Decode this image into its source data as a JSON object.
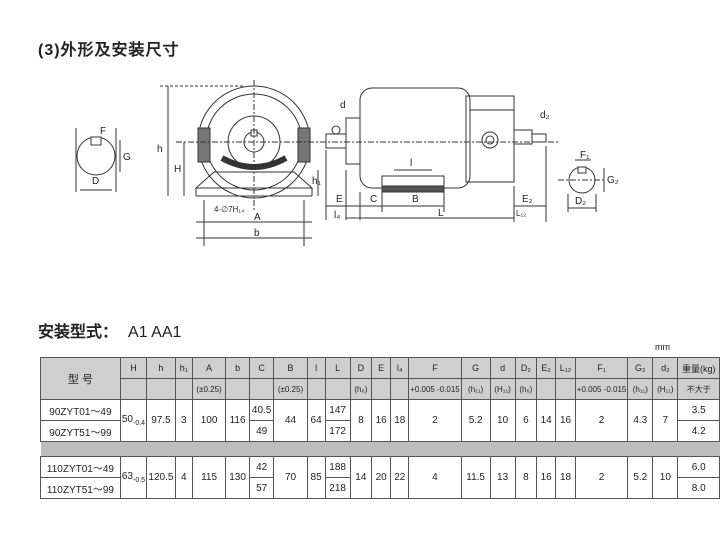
{
  "section_title": "(3)外形及安装尺寸",
  "install_title": "安装型式：",
  "install_types": "A1    AA1",
  "unit": "mm",
  "drawing_labels": {
    "F": "F",
    "G": "G",
    "D": "D",
    "h": "h",
    "H": "H",
    "h1": "h₁",
    "holes": "4-∅7H₁₄",
    "A": "A",
    "b": "b",
    "d": "d",
    "l": "l",
    "E": "E",
    "C": "C",
    "B": "B",
    "l4": "l₄",
    "L": "L",
    "E2": "E₂",
    "L12": "L₁₂",
    "d2": "d₂",
    "F1": "F₁",
    "G2": "G₂",
    "D2": "D₂"
  },
  "table": {
    "model_header": "型  号",
    "columns": [
      "H",
      "h",
      "h₁",
      "A",
      "b",
      "C",
      "B",
      "l",
      "L",
      "D",
      "E",
      "l₄",
      "F",
      "G",
      "d",
      "D₂",
      "E₂",
      "L₁₂",
      "F₁",
      "G₂",
      "d₂",
      "重量(kg)"
    ],
    "tolerances": [
      "",
      "",
      "",
      "(±0.25)",
      "",
      "",
      "(±0.25)",
      "",
      "",
      "(h₆)",
      "",
      "",
      "+0.005 -0.015",
      "(h₁₁)",
      "(H₁₁)",
      "(h₆)",
      "",
      "",
      "+0.005 -0.015",
      "(h₁₁)",
      "(H₁₁)",
      "不大于"
    ],
    "groups": [
      {
        "models": [
          "90ZYT01～49",
          "90ZYT51～99"
        ],
        "H": "50",
        "H_tol": "-0.4",
        "h": "97.5",
        "h1": "3",
        "A": "100",
        "b": "116",
        "C": [
          "40.5",
          "49"
        ],
        "B": "44",
        "l": "64",
        "L": [
          "147",
          "172"
        ],
        "D": "8",
        "E": "16",
        "l4": "18",
        "F": "2",
        "G": "5.2",
        "d": "10",
        "D2": "6",
        "E2": "14",
        "L12": "16",
        "F1": "2",
        "G2": "4.3",
        "d2": "7",
        "weight": [
          "3.5",
          "4.2"
        ]
      },
      {
        "models": [
          "110ZYT01～49",
          "110ZYT51～99"
        ],
        "H": "63",
        "H_tol": "-0.5",
        "h": "120.5",
        "h1": "4",
        "A": "115",
        "b": "130",
        "C": [
          "42",
          "57"
        ],
        "B": "70",
        "l": "85",
        "L": [
          "188",
          "218"
        ],
        "D": "14",
        "E": "20",
        "l4": "22",
        "F": "4",
        "G": "11.5",
        "d": "13",
        "D2": "8",
        "E2": "16",
        "L12": "18",
        "F1": "2",
        "G2": "5.2",
        "d2": "10",
        "weight": [
          "6.0",
          "8.0"
        ]
      }
    ]
  }
}
